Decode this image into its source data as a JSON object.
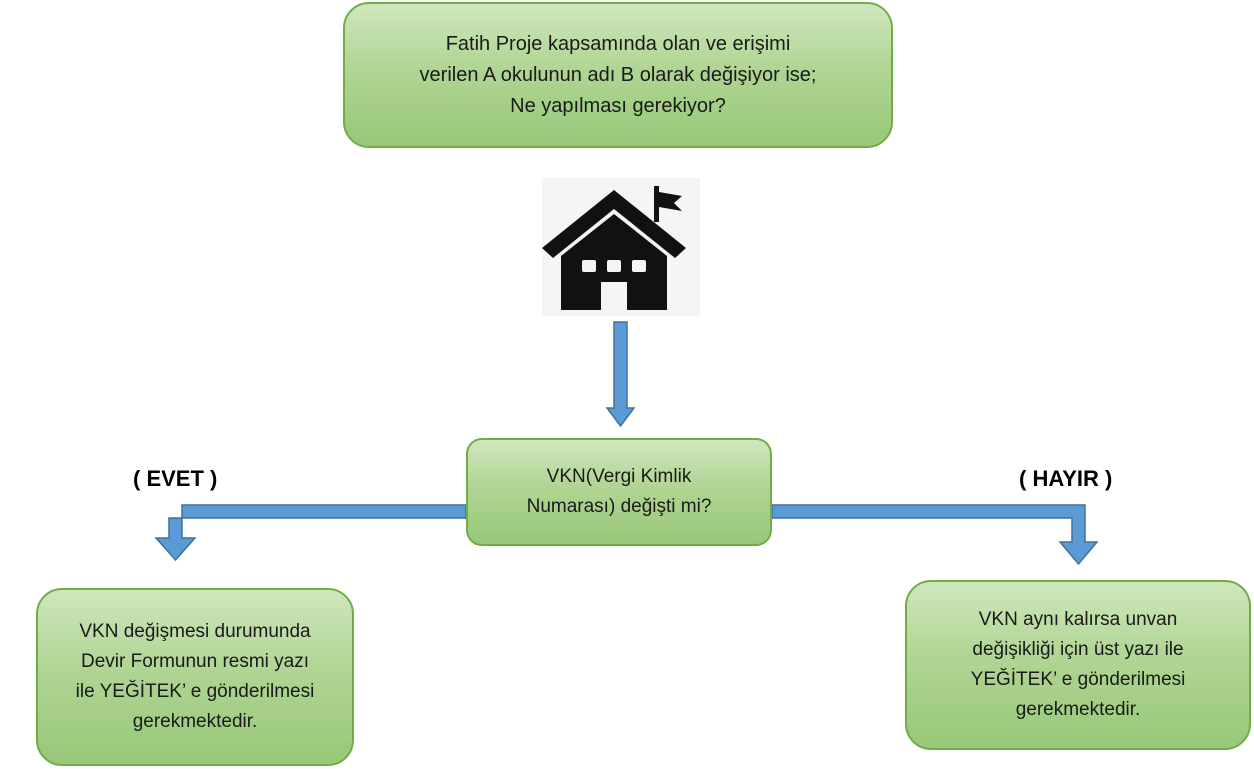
{
  "question": {
    "lines": [
      "Fatih Proje kapsamında olan ve erişimi",
      "verilen A okulunun adı B olarak değişiyor ise;",
      "Ne yapılması gerekiyor?"
    ]
  },
  "decision": {
    "lines": [
      "VKN(Vergi Kimlik",
      "Numarası) değişti mi?"
    ]
  },
  "yes_branch": {
    "label": "( EVET )",
    "lines": [
      "VKN değişmesi durumunda",
      "Devir Formunun resmi yazı",
      "ile YEĞİTEK’ e gönderilmesi",
      "gerekmektedir."
    ]
  },
  "no_branch": {
    "label": "( HAYIR )",
    "lines": [
      "VKN aynı kalırsa unvan",
      "değişikliği için üst yazı ile",
      "YEĞİTEK’ e gönderilmesi",
      "gerekmektedir."
    ]
  },
  "icons": {
    "school": "school-building-icon"
  },
  "colors": {
    "box_fill": "#b0d594",
    "box_border": "#71ad47",
    "arrow_fill": "#5b9bd5",
    "arrow_stroke": "#41719c"
  }
}
